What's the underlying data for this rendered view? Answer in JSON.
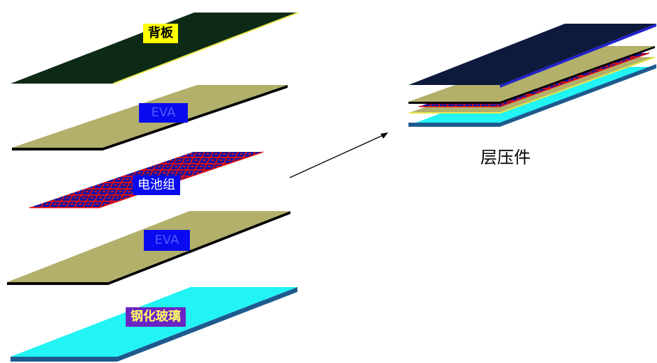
{
  "layers": {
    "backsheet": "背板",
    "eva_top": "EVA",
    "cell_string": "电池组",
    "eva_bottom": "EVA",
    "tempered_glass": "钢化玻璃"
  },
  "result": {
    "label": "层压件"
  },
  "colors": {
    "backsheet": "#0d2a17",
    "eva": "#b2b06a",
    "cells_base": "#1414a6",
    "cells_grid": "#e01010",
    "glass": "#22f3f3",
    "glass_edge": "#1e5a8e",
    "label_blue": "#0a0aee",
    "label_yellow": "#ffff00",
    "label_purple": "#6c23c3"
  }
}
